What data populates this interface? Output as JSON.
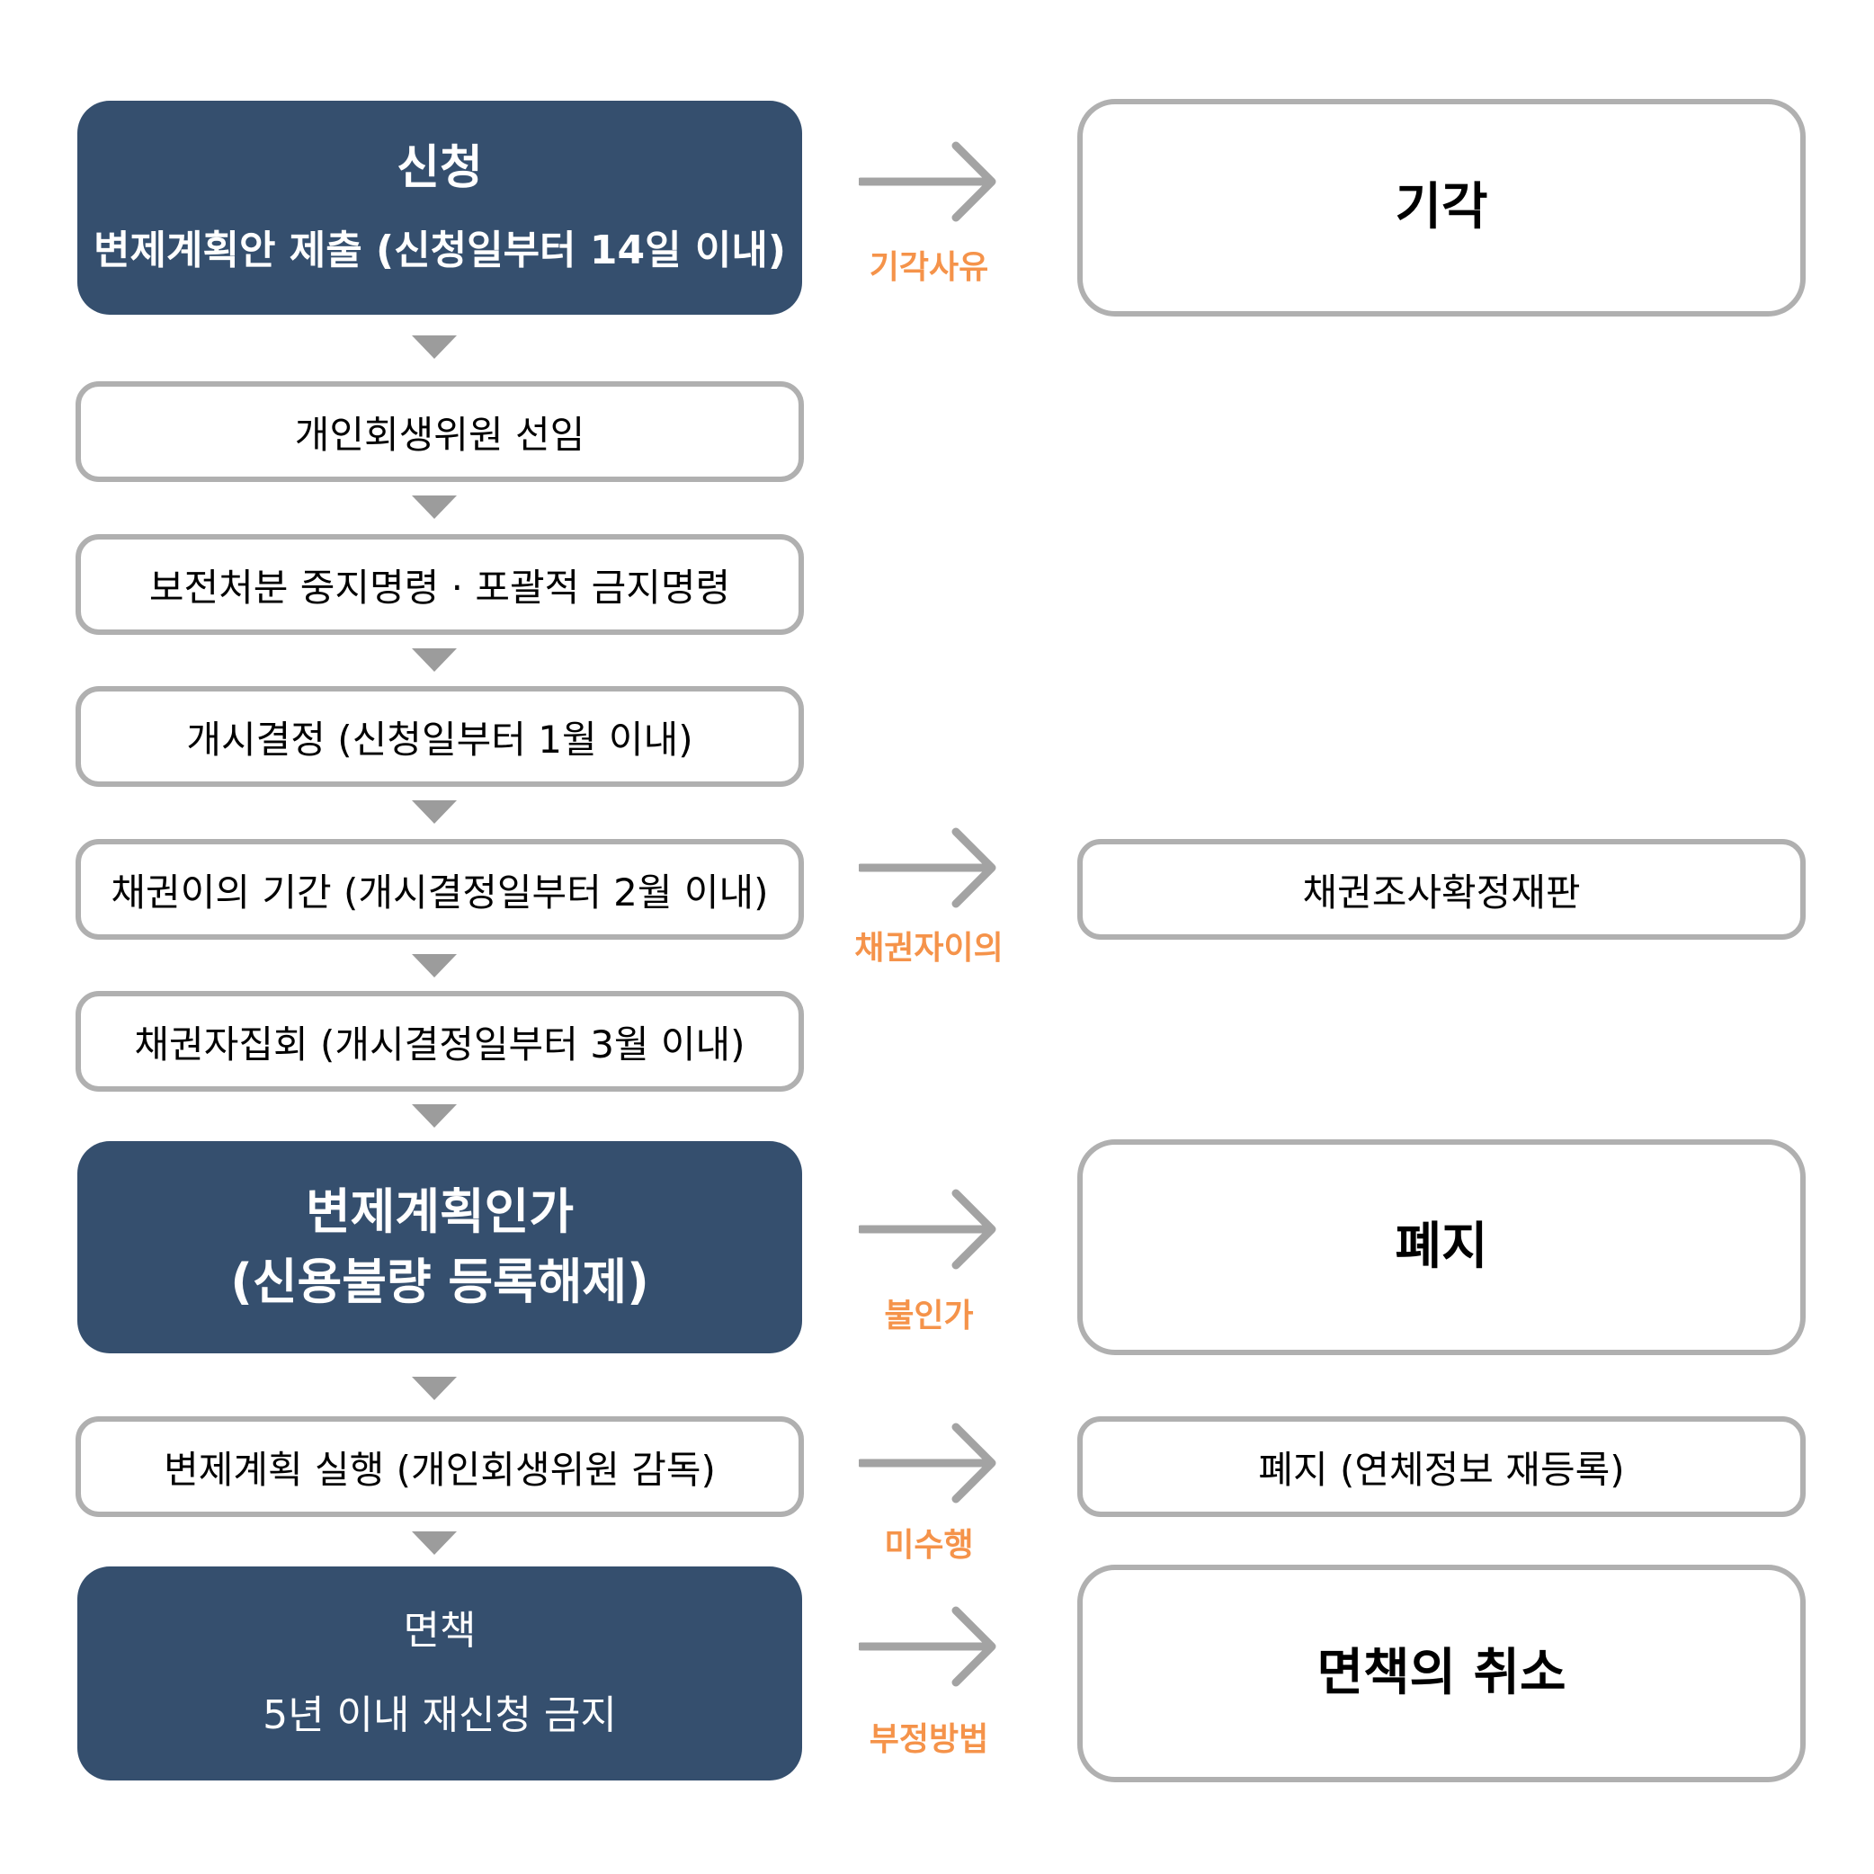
{
  "flow": {
    "apply": {
      "title": "신청",
      "subtitle": "변제계획안 제출 (신청일부터 14일 이내)"
    },
    "commissioner": "개인회생위원 선임",
    "preservation": "보전처분 중지명령 · 포괄적 금지명령",
    "commencement": "개시결정 (신청일부터 1월 이내)",
    "objection_period": "채권이의 기간 (개시결정일부터 2월 이내)",
    "creditors_meeting": "채권자집회 (개시결정일부터 3월 이내)",
    "approval": {
      "line1": "변제계획인가",
      "line2": "(신용불량 등록해제)"
    },
    "execution": "변제계획 실행 (개인회생위원 감독)",
    "discharge": {
      "title": "면책",
      "subtitle": "5년 이내 재신청 금지"
    }
  },
  "outcomes": {
    "dismissal": {
      "label": "기각사유",
      "result": "기각"
    },
    "claim_trial": {
      "label": "채권자이의",
      "result": "채권조사확정재판"
    },
    "abolition": {
      "label": "불인가",
      "result": "폐지"
    },
    "abolition_reregister": {
      "label": "미수행",
      "result": "폐지 (연체정보 재등록)"
    },
    "discharge_cancel": {
      "label": "부정방법",
      "result": "면책의 취소"
    }
  },
  "colors": {
    "dark_box": "#354f6e",
    "border": "#b0b0b0",
    "arrow": "#a3a3a3",
    "label": "#f5934a"
  }
}
